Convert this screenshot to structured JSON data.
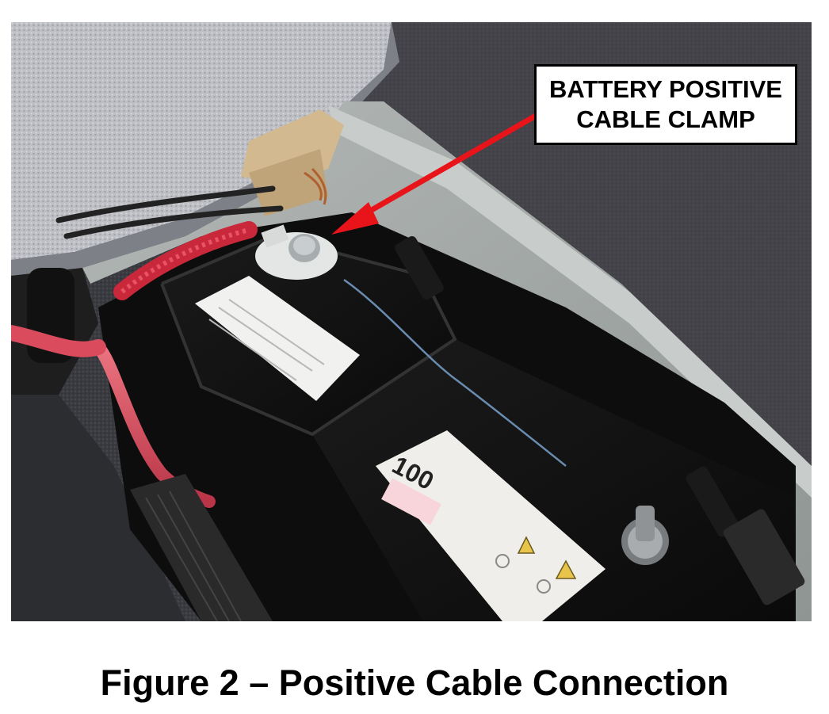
{
  "figure": {
    "caption": "Figure 2 – Positive Cable Connection",
    "callout": {
      "line1": "BATTERY POSITIVE",
      "line2": "CABLE CLAMP",
      "arrow_color": "#e8141a"
    },
    "battery_label_text": "100"
  }
}
